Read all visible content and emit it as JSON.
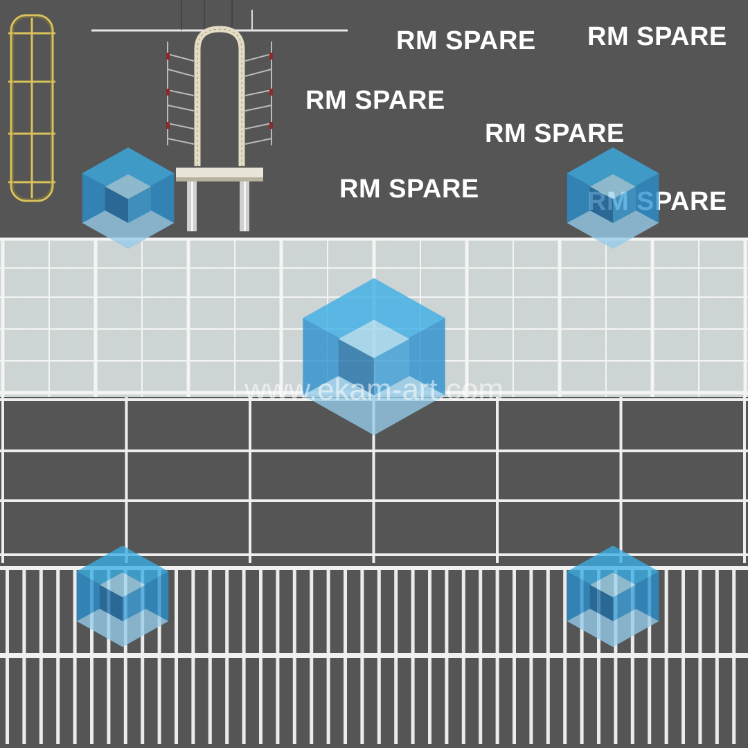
{
  "labels": [
    "RM SPARE",
    "RM SPARE",
    "RM SPARE",
    "RM SPARE",
    "RM SPARE",
    "RM SPARE"
  ],
  "watermark": {
    "url": "www.ekam-art.com",
    "icon": "cube-logo-icon"
  },
  "colors": {
    "background": "#555555",
    "frame": "#ffffff",
    "ladder": "#d9c25a",
    "watermark": "#2a9fd6"
  }
}
